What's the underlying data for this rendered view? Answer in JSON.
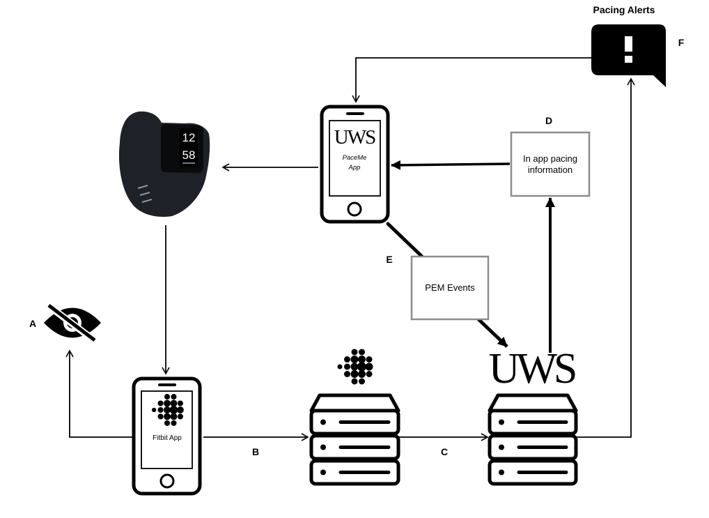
{
  "title": "Pacing Alerts",
  "labels": {
    "a": "A",
    "b": "B",
    "c": "C",
    "d": "D",
    "e": "E",
    "f": "F"
  },
  "boxes": {
    "pacing_info_line1": "In app pacing",
    "pacing_info_line2": "information",
    "pem_events": "PEM Events"
  },
  "phones": {
    "paceme_logo": "UWS",
    "paceme_line1": "PaceMe",
    "paceme_line2": "App",
    "fitbit_label": "Fitbit App"
  },
  "server_logo": "UWS",
  "watch_display": {
    "hour": "12",
    "minute": "58"
  },
  "icons": [
    "fitbit-dots-icon",
    "eye-slash-icon",
    "alert-bubble-icon",
    "server-icon",
    "smartphone-icon",
    "fitness-tracker-icon"
  ]
}
